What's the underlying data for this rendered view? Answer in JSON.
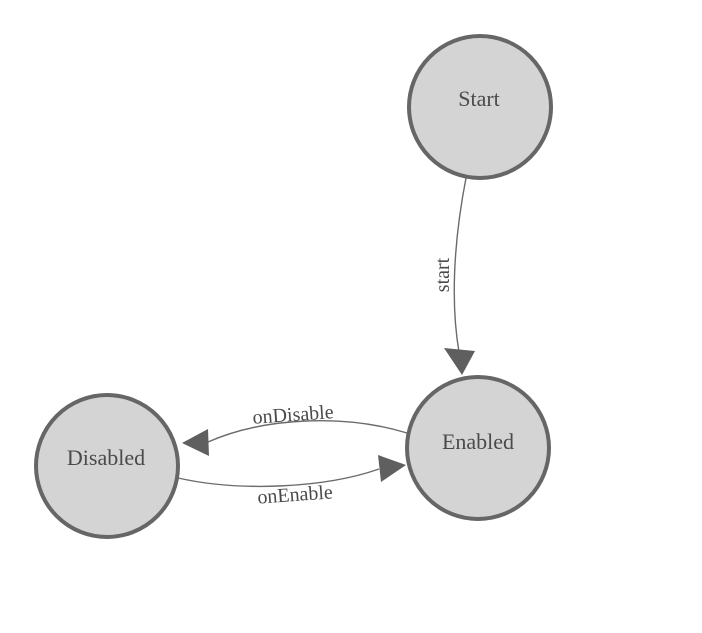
{
  "diagram": {
    "type": "state-machine",
    "colors": {
      "background": "#ffffff",
      "node_fill": "#d4d4d4",
      "node_stroke": "#666666",
      "edge_stroke": "#6b6b6b",
      "arrow_fill": "#5f5f5f",
      "text": "#4a4a4a"
    },
    "nodes": [
      {
        "id": "start",
        "label": "Start"
      },
      {
        "id": "enabled",
        "label": "Enabled"
      },
      {
        "id": "disabled",
        "label": "Disabled"
      }
    ],
    "edges": [
      {
        "id": "start-to-enabled",
        "label": "start",
        "from": "Start",
        "to": "Enabled"
      },
      {
        "id": "enabled-to-disabled",
        "label": "onDisable",
        "from": "Enabled",
        "to": "Disabled"
      },
      {
        "id": "disabled-to-enabled",
        "label": "onEnable",
        "from": "Disabled",
        "to": "Enabled"
      }
    ]
  }
}
